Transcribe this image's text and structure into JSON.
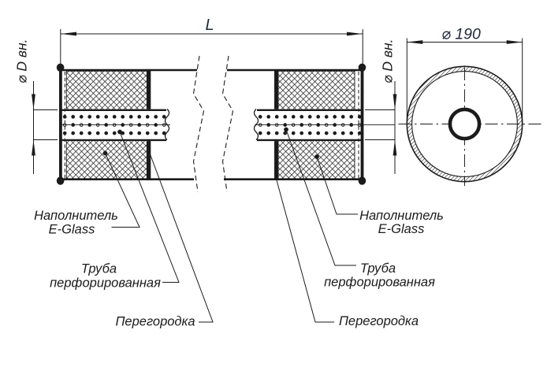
{
  "dimensions": {
    "length_label": "L",
    "inner_diameter_label_left": "⌀ D вн.",
    "inner_diameter_label_right": "⌀ D вн.",
    "outer_diameter_label": "⌀ 190"
  },
  "callouts": {
    "left": {
      "filler_line1": "Наполнитель",
      "filler_line2": "E-Glass",
      "pipe_line1": "Труба",
      "pipe_line2": "перфорированная",
      "baffle": "Перегородка"
    },
    "right": {
      "filler_line1": "Наполнитель",
      "filler_line2": "E-Glass",
      "pipe_line1": "Труба",
      "pipe_line2": "перфорированная",
      "baffle": "Перегородка"
    }
  },
  "colors": {
    "line": "#1b1b1b",
    "background": "#ffffff"
  }
}
